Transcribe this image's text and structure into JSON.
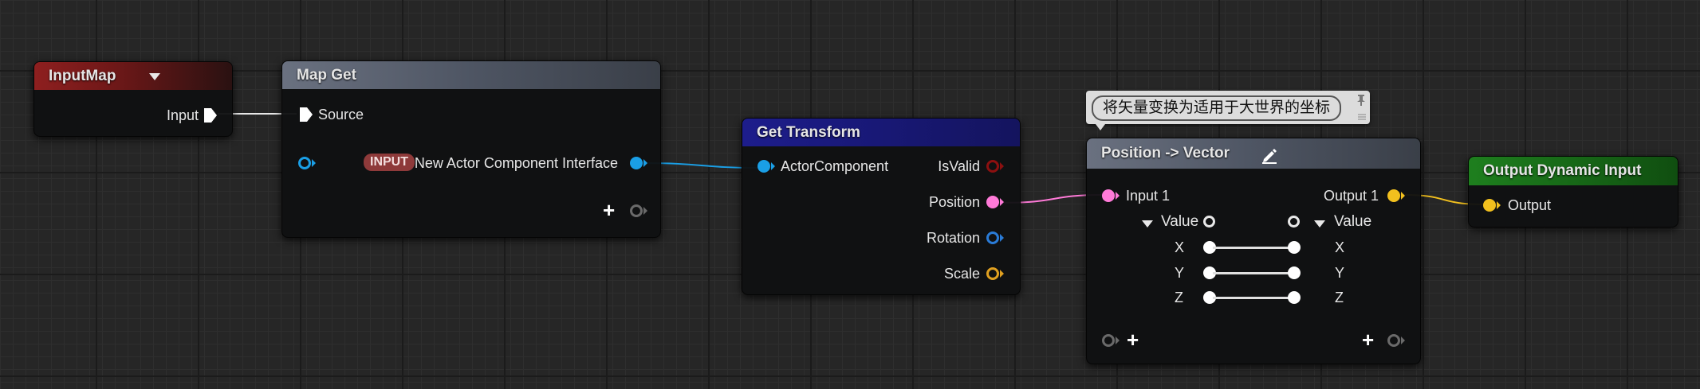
{
  "colors": {
    "exec_pin": "#ffffff",
    "interface_pin": "#1a9fe6",
    "bool_pin": "#8c1010",
    "vector_pin": "#ff7ad8",
    "rotator_pin": "#2a7bd6",
    "scale_pin": "#e0a020",
    "float_pin": "#f2c01e",
    "wire_exec": "#ffffff",
    "wire_interface": "#1a9fe6",
    "wire_vector": "#ff7ad8",
    "wire_float": "#f2c01e"
  },
  "nodes": {
    "input_map": {
      "title": "InputMap",
      "outputs": [
        {
          "label": "Input",
          "type": "exec"
        }
      ]
    },
    "map_get": {
      "title": "Map Get",
      "inputs": [
        {
          "label": "Source",
          "type": "exec"
        }
      ],
      "outputs": [
        {
          "tag": "INPUT",
          "label": "New Actor Component Interface",
          "type": "interface"
        }
      ],
      "add_pin_icon": "plus-icon"
    },
    "get_transform": {
      "title": "Get Transform",
      "inputs": [
        {
          "label": "ActorComponent",
          "type": "interface"
        }
      ],
      "outputs": [
        {
          "label": "IsValid",
          "type": "bool"
        },
        {
          "label": "Position",
          "type": "vector"
        },
        {
          "label": "Rotation",
          "type": "rotator"
        },
        {
          "label": "Scale",
          "type": "scale"
        }
      ]
    },
    "position_to_vector": {
      "title": "Position -> Vector",
      "edit_icon": "pencil-icon",
      "tooltip": "将矢量变换为适用于大世界的坐标",
      "pin_icon": "pin-icon",
      "input_label": "Input 1",
      "output_label": "Output 1",
      "left_value_label": "Value",
      "right_value_label": "Value",
      "rows": [
        {
          "left": "X",
          "right": "X"
        },
        {
          "left": "Y",
          "right": "Y"
        },
        {
          "left": "Z",
          "right": "Z"
        }
      ]
    },
    "output_dynamic_input": {
      "title": "Output Dynamic Input",
      "inputs": [
        {
          "label": "Output",
          "type": "float"
        }
      ]
    }
  }
}
